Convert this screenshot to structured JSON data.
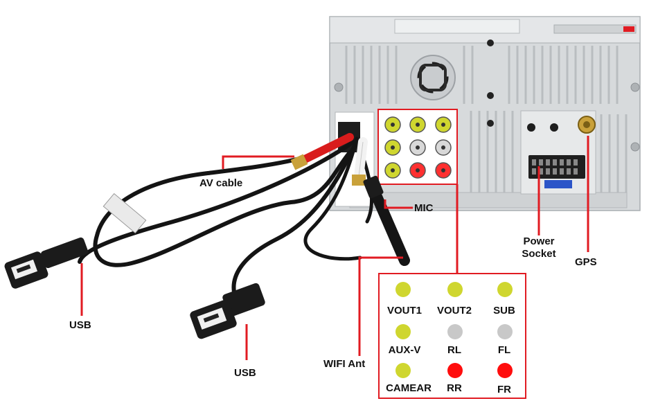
{
  "labels": {
    "av_cable": "AV cable",
    "mic": "MIC",
    "power_socket_line1": "Power",
    "power_socket_line2": "Socket",
    "gps": "GPS",
    "usb_left": "USB",
    "usb_center": "USB",
    "wifi_ant": "WIFI Ant"
  },
  "port_legend": [
    {
      "label": "VOUT1",
      "color": "#cfd62f"
    },
    {
      "label": "VOUT2",
      "color": "#cfd62f"
    },
    {
      "label": "SUB",
      "color": "#cfd62f"
    },
    {
      "label": "AUX-V",
      "color": "#cfd62f"
    },
    {
      "label": "RL",
      "color": "#c8c8c8"
    },
    {
      "label": "FL",
      "color": "#c8c8c8"
    },
    {
      "label": "CAMEAR",
      "color": "#cfd62f"
    },
    {
      "label": "RR",
      "color": "#ff0d0d"
    },
    {
      "label": "FR",
      "color": "#ff0d0d"
    }
  ],
  "colors": {
    "callout_red": "#e11b22",
    "yellow_rca": "#cfd62f",
    "white_rca": "#c8c8c8",
    "red_rca": "#ff0d0d",
    "chassis": "#d9dcde"
  }
}
